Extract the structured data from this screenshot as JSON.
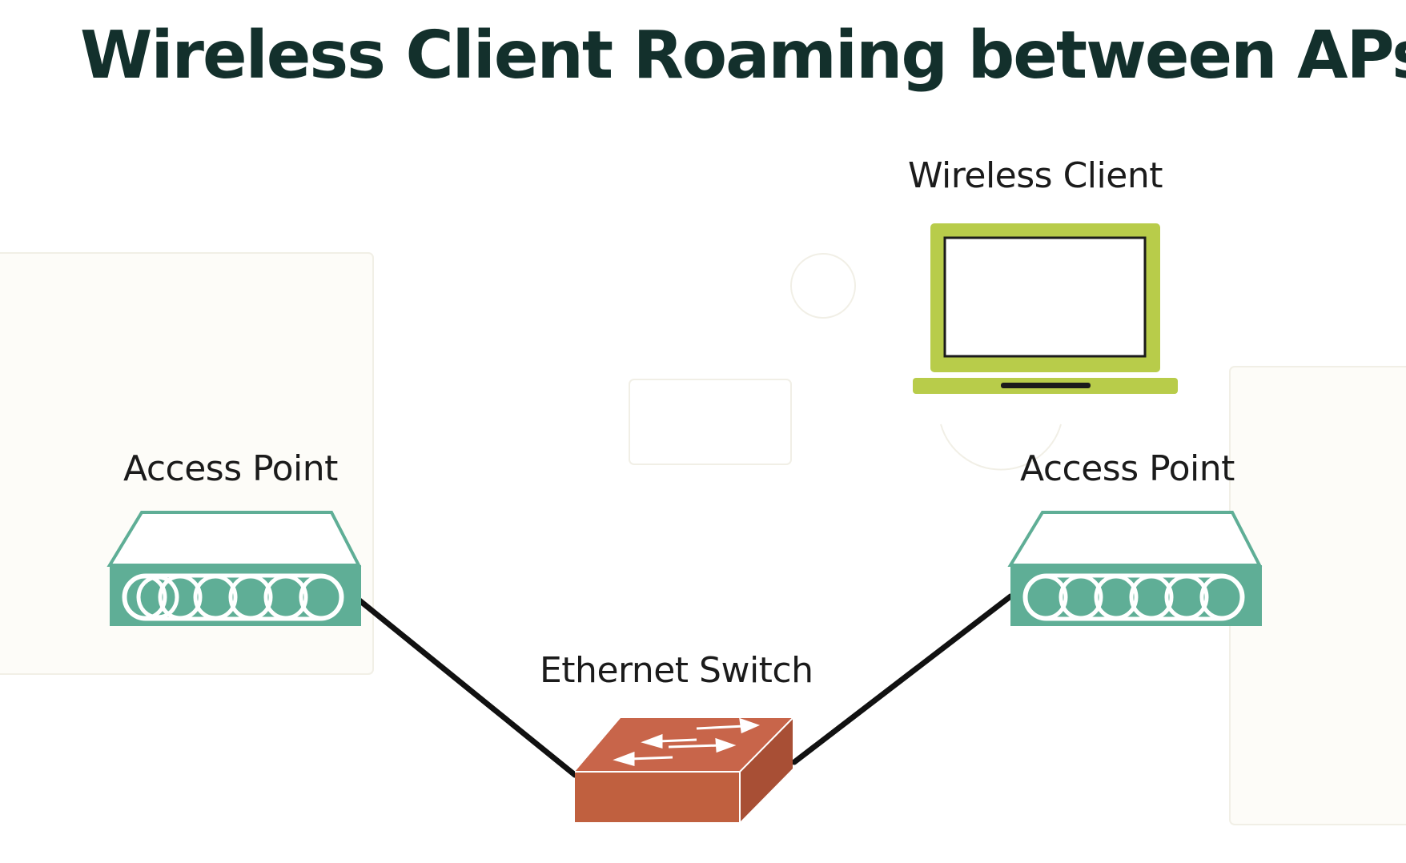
{
  "title": "Wireless Client Roaming between APs",
  "nodes": {
    "client": {
      "label": "Wireless Client",
      "icon": "laptop-icon"
    },
    "ap_left": {
      "label": "Access Point",
      "icon": "access-point-icon"
    },
    "ap_right": {
      "label": "Access Point",
      "icon": "access-point-icon"
    },
    "switch": {
      "label": "Ethernet Switch",
      "icon": "ethernet-switch-icon"
    }
  },
  "links": [
    {
      "from": "ap_left",
      "to": "switch"
    },
    {
      "from": "ap_right",
      "to": "switch"
    }
  ],
  "colors": {
    "title": "#13302c",
    "access_point": "#5fae96",
    "switch": "#c8654a",
    "laptop": "#b8cc4a",
    "cable": "#111111"
  }
}
